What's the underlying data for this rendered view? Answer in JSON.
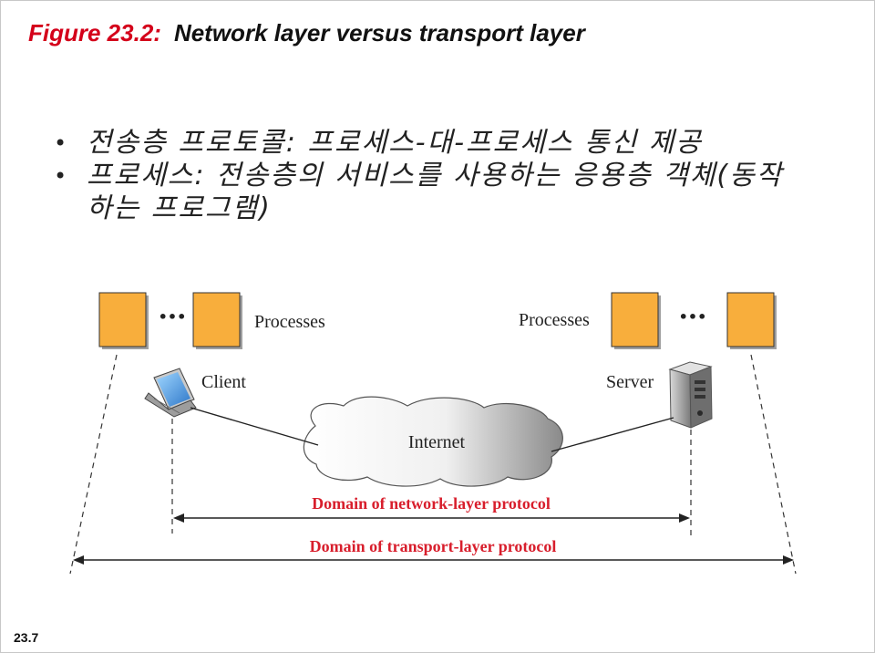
{
  "title": {
    "figure_label": "Figure 23.2:",
    "caption": "Network layer versus transport layer"
  },
  "bullets": [
    "전송층 프로토콜: 프로세스-대-프로세스 통신 제공",
    "프로세스: 전송층의 서비스를 사용하는 응용층 객체(동작하는 프로그램)"
  ],
  "diagram": {
    "left_processes_label": "Processes",
    "right_processes_label": "Processes",
    "ellipsis": "•••",
    "client_label": "Client",
    "server_label": "Server",
    "internet_label": "Internet",
    "network_domain_label": "Domain of network-layer protocol",
    "transport_domain_label": "Domain of transport-layer protocol",
    "colors": {
      "process_box": "#f8ae3c",
      "domain_label": "#d81e2c",
      "text": "#222222"
    }
  },
  "slide_number": "23.7"
}
